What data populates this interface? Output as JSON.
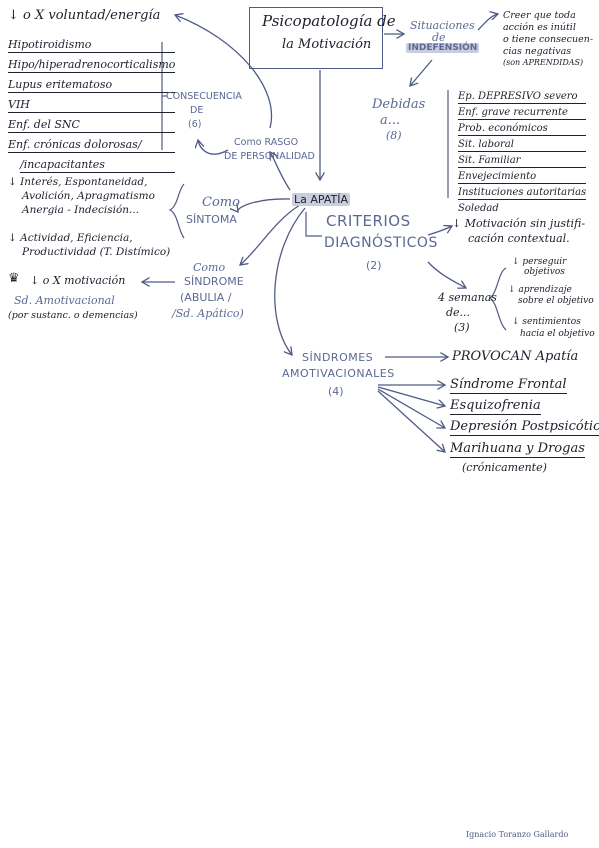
{
  "title": {
    "line1": "Psicopatología de",
    "line2": "la Motivación"
  },
  "top_left": "↓ o X voluntad/energía",
  "consecuencia_list": [
    "Hipotiroidismo",
    "Hipo/hiperadrenocorticalismo",
    "Lupus eritematoso",
    "VIH",
    "Enf. del SNC",
    "Enf. crónicas dolorosas/",
    "/incapacitantes"
  ],
  "consecuencia_label": {
    "line1": "CONSECUENCIA",
    "line2": "DE",
    "line3": "(6)"
  },
  "rasgo_label": {
    "line1": "Como RASGO",
    "line2": "DE PERSONALIDAD"
  },
  "situaciones_label": {
    "line1": "Situaciones",
    "line2": "de",
    "line3": "INDEFENSIÓN"
  },
  "creer": {
    "lines": [
      "Creer que toda",
      "acción es inútil",
      "o tiene consecuen-",
      "cias negativas",
      "(son APRENDIDAS)"
    ]
  },
  "debidas_label": {
    "line1": "Debidas",
    "line2": "a...",
    "line3": "(8)"
  },
  "debidas_list": [
    "Ep. DEPRESIVO severo",
    "Enf. grave recurrente",
    "Prob. económicos",
    "Sit. laboral",
    "Sit. Familiar",
    "Envejecimiento",
    "Instituciones autoritarias",
    "Soledad"
  ],
  "apatia": "La APATÍA",
  "sintoma_label": {
    "line1": "Como",
    "line2": "SÍNTOMA"
  },
  "sintoma_items": {
    "a1": "↓ Interés, Espontaneidad,",
    "a2": "Avolición, Apragmatismo",
    "a3": "Anergia - Indecisión...",
    "b1": "↓ Actividad, Eficiencia,",
    "b2": "Productividad (T. Distímico)"
  },
  "sindrome_label": {
    "line1": "Como",
    "line2": "SÍNDROME",
    "line3": "(ABULIA /",
    "line4": "/Sd. Apático)"
  },
  "motivacion": {
    "crown": "♛",
    "text": "↓ o X motivación"
  },
  "amotivacional": {
    "line1": "Sd. Amotivacional",
    "line2": "(por sustanc. o demencias)"
  },
  "criterios_label": {
    "line1": "CRITERIOS",
    "line2": "DIAGNÓSTICOS",
    "line3": "(2)"
  },
  "criterio1": {
    "line1": "↓ Motivación sin justifi-",
    "line2": "cación contextual."
  },
  "semanas_label": {
    "line1": "4 semanas",
    "line2": "de...",
    "line3": "(3)"
  },
  "semanas_items": [
    {
      "line1": "↓ perseguir",
      "line2": "objetivos"
    },
    {
      "line1": "↓ aprendizaje",
      "line2": "sobre el objetivo"
    },
    {
      "line1": "↓ sentimientos",
      "line2": "hacia el objetivo"
    }
  ],
  "sindromes_label": {
    "line1": "SÍNDROMES",
    "line2": "AMOTIVACIONALES",
    "line3": "(4)"
  },
  "provocan": "PROVOCAN Apatía",
  "sindromes_list": [
    "Síndrome Frontal",
    "Esquizofrenia",
    "Depresión Postpsicótica",
    "Marihuana y Drogas"
  ],
  "cronicamente": "(crónicamente)",
  "author": "Ignacio Toranzo Gallardo",
  "colors": {
    "ink": "#20222e",
    "blue": "#5b6894",
    "highlight": "#c9cedf"
  }
}
